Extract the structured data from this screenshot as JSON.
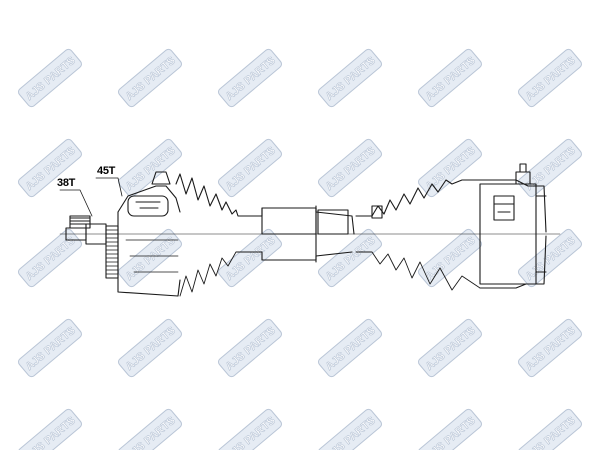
{
  "callouts": {
    "spline_outer": "38T",
    "spline_inner": "45T"
  },
  "watermark": {
    "text": "AJS PARTS",
    "rows": 5,
    "cols": 6
  },
  "colors": {
    "line": "#1a1a1a",
    "watermark_fill": "#e6ecf4",
    "watermark_stroke": "#b9c5d6",
    "watermark_text": "#ffffff"
  }
}
